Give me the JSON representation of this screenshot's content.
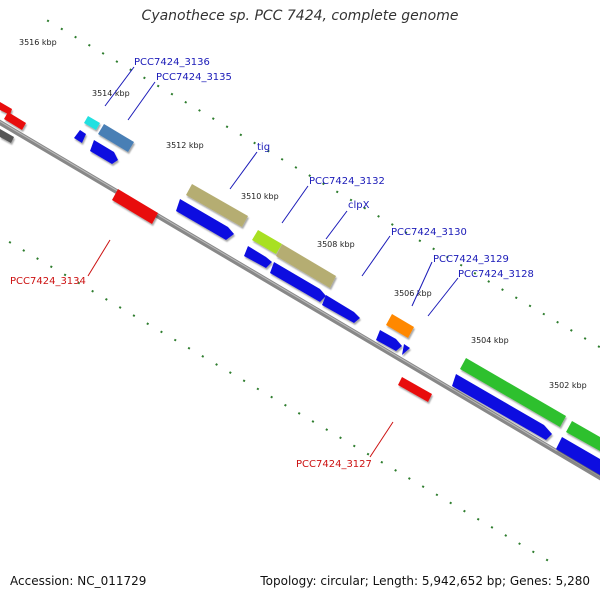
{
  "title": "Cyanothece sp. PCC 7424, complete genome",
  "accession": "Accession: NC_011729",
  "topology": "Topology: circular; Length: 5,942,652 bp; Genes: 5,280",
  "colors": {
    "backbone": "#888888",
    "tick": "#2e7d2e",
    "forward_cds": "#1010e0",
    "label_forward": "#1a1ab8",
    "label_reverse": "#cc1111",
    "red_gene": "#e81010",
    "dark_gene": "#555555",
    "cyan_gene": "#22e0e0",
    "steelblue_gene": "#4a7fb5",
    "tan_gene": "#b5ad72",
    "lime_gene": "#a8e020",
    "orange_gene": "#ff8800",
    "green_gene": "#2ec02e"
  },
  "scale_labels": [
    "3516 kbp",
    "3514 kbp",
    "3512 kbp",
    "3510 kbp",
    "3508 kbp",
    "3506 kbp",
    "3504 kbp",
    "3502 kbp"
  ],
  "gene_labels": {
    "PCC7424_3136": "PCC7424_3136",
    "PCC7424_3135": "PCC7424_3135",
    "tig": "tig",
    "PCC7424_3132": "PCC7424_3132",
    "clpX": "clpX",
    "PCC7424_3130": "PCC7424_3130",
    "PCC7424_3129": "PCC7424_3129",
    "PCC7424_3128": "PCC7424_3128",
    "PCC7424_3134": "PCC7424_3134",
    "PCC7424_3127": "PCC7424_3127"
  }
}
